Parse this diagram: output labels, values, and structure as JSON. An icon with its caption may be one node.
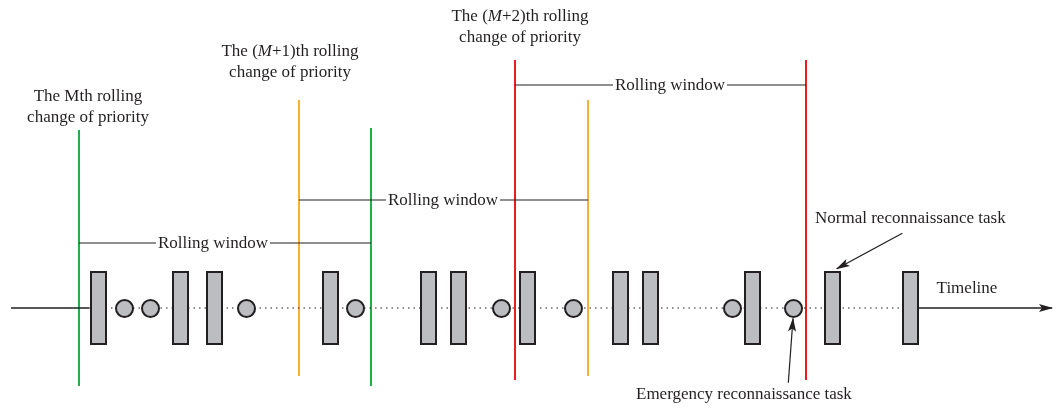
{
  "diagram": {
    "nodes": [
      {
        "text": [],
        "shape": "box"
      },
      {
        "text": [],
        "shape": "circle"
      },
      {
        "text": [],
        "shape": "circle"
      },
      {
        "text": [],
        "shape": "box"
      },
      {
        "text": [],
        "shape": "box"
      },
      {
        "text": [],
        "shape": "circle"
      },
      {
        "text": [],
        "shape": "box"
      },
      {
        "text": [],
        "shape": "circle"
      },
      {
        "text": [],
        "shape": "box"
      },
      {
        "text": [],
        "shape": "box"
      },
      {
        "text": [],
        "shape": "circle"
      },
      {
        "text": [],
        "shape": "box"
      },
      {
        "text": [],
        "shape": "circle"
      },
      {
        "text": [],
        "shape": "box"
      },
      {
        "text": [],
        "shape": "box"
      },
      {
        "text": [],
        "shape": "circle"
      },
      {
        "text": [],
        "shape": "box"
      },
      {
        "text": [],
        "shape": "circle"
      },
      {
        "text": [],
        "shape": "box"
      },
      {
        "text": [],
        "shape": "box"
      },
      {
        "text": [
          "Normal reconnaissance task"
        ]
      },
      {
        "text": [
          "Emergency reconnaissance task"
        ]
      }
    ],
    "edges": [
      {
        "from": 20,
        "to": 18,
        "arrow": "to"
      },
      {
        "from": 21,
        "to": 17,
        "arrow": "to"
      }
    ],
    "labels": [
      "The (*M*+2)th rolling change of priority",
      "Rolling window",
      "The (*M*+1)th rolling change of priority",
      "The Mth rolling change of priority",
      "Rolling window",
      "Rolling window",
      "Timeline"
    ]
  }
}
